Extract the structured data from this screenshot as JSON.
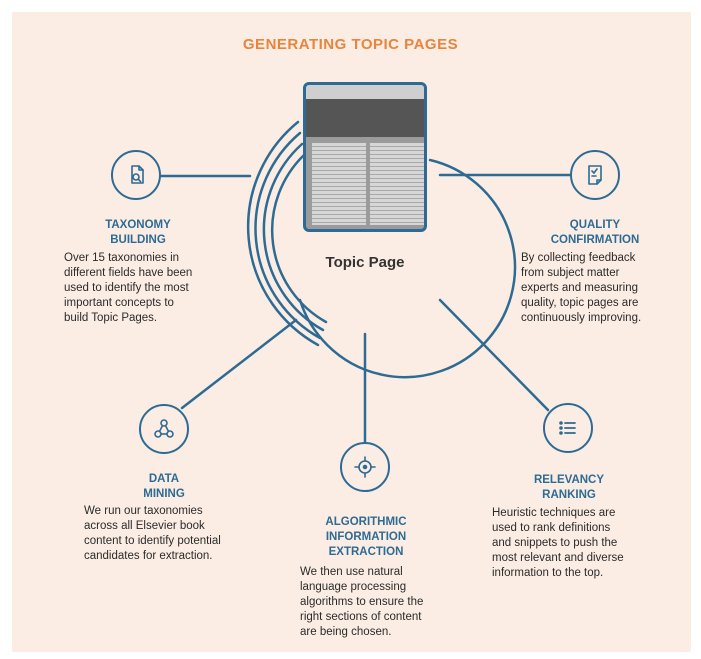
{
  "title": "GENERATING TOPIC PAGES",
  "center": {
    "label": "Topic Page"
  },
  "nodes": {
    "taxonomy": {
      "icon": "document-search-icon",
      "heading_line1": "TAXONOMY",
      "heading_line2": "BUILDING",
      "body": [
        "Over 15 taxonomies in",
        "different fields have been",
        "used to identify the most",
        "important concepts to",
        "build Topic Pages."
      ]
    },
    "quality": {
      "icon": "checklist-document-icon",
      "heading_line1": "QUALITY",
      "heading_line2": "CONFIRMATION",
      "body": [
        "By collecting feedback",
        "from subject matter",
        "experts and measuring",
        "quality, topic pages are",
        "continuously improving."
      ]
    },
    "data_mining": {
      "icon": "network-nodes-icon",
      "heading_line1": "DATA",
      "heading_line2": "MINING",
      "body": [
        "We run our taxonomies",
        "across all Elsevier book",
        "content to identify potential",
        "candidates for extraction."
      ]
    },
    "algorithmic": {
      "icon": "crosshair-target-icon",
      "heading_line1": "ALGORITHMIC",
      "heading_line2": "INFORMATION",
      "heading_line3": "EXTRACTION",
      "body": [
        "We then use natural",
        "language processing",
        "algorithms to ensure the",
        "right sections of content",
        "are being chosen."
      ]
    },
    "relevancy": {
      "icon": "list-icon",
      "heading_line1": "RELEVANCY",
      "heading_line2": "RANKING",
      "body": [
        "Heuristic techniques are",
        "used to rank definitions",
        "and snippets to push the",
        "most relevant and diverse",
        "information to the top."
      ]
    }
  },
  "colors": {
    "accent": "#e8843b",
    "line": "#2d6b94",
    "background": "#fbede4"
  }
}
